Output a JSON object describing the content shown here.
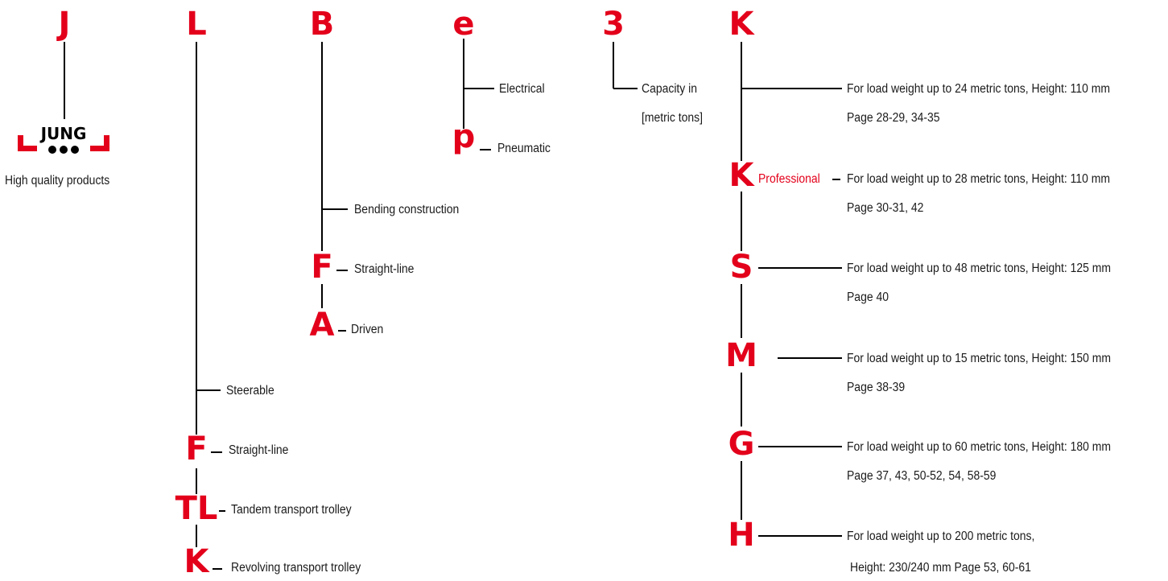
{
  "colors": {
    "accent": "#e3001b",
    "line": "#000000",
    "text": "#1a1a1a"
  },
  "icons": {
    "logo": "jung-logo-icon"
  },
  "J": {
    "letter": "J",
    "logo_text": "JUNG",
    "tagline": "High quality products"
  },
  "L": {
    "letter": "L",
    "steerable": "Steerable",
    "f_letter": "F",
    "f_label": "Straight-line",
    "tl_letter": "TL",
    "tl_label": "Tandem transport trolley",
    "k_letter": "K",
    "k_label": "Revolving transport trolley"
  },
  "B": {
    "letter": "B",
    "bending": "Bending construction",
    "f_letter": "F",
    "f_label": "Straight-line",
    "a_letter": "A",
    "a_label": "Driven"
  },
  "E": {
    "letter": "e",
    "electrical": "Electrical",
    "p_letter": "p",
    "p_label": "Pneumatic"
  },
  "Three": {
    "letter": "3",
    "capacity_line1": "Capacity in",
    "capacity_line2": "[metric tons]"
  },
  "K": {
    "letter": "K",
    "rows": [
      {
        "letter": "K",
        "extra": "",
        "desc": "For load weight up to 24 metric tons, Height: 110 mm",
        "page": "Page 28-29, 34-35"
      },
      {
        "letter": "K",
        "extra": "Professional",
        "desc": "For load weight up to 28 metric tons, Height: 110 mm",
        "page": "Page 30-31, 42"
      },
      {
        "letter": "S",
        "extra": "",
        "desc": "For load weight up to 48 metric tons, Height: 125 mm",
        "page": "Page 40"
      },
      {
        "letter": "M",
        "extra": "",
        "desc": "For load weight up to 15 metric tons, Height: 150 mm",
        "page": "Page 38-39"
      },
      {
        "letter": "G",
        "extra": "",
        "desc": "For load weight up to 60 metric tons, Height: 180 mm",
        "page": "Page 37, 43, 50-52, 54, 58-59"
      },
      {
        "letter": "H",
        "extra": "",
        "desc": "For load weight up to 200 metric tons,",
        "page": "Height: 230/240 mm Page 53, 60-61"
      }
    ]
  }
}
